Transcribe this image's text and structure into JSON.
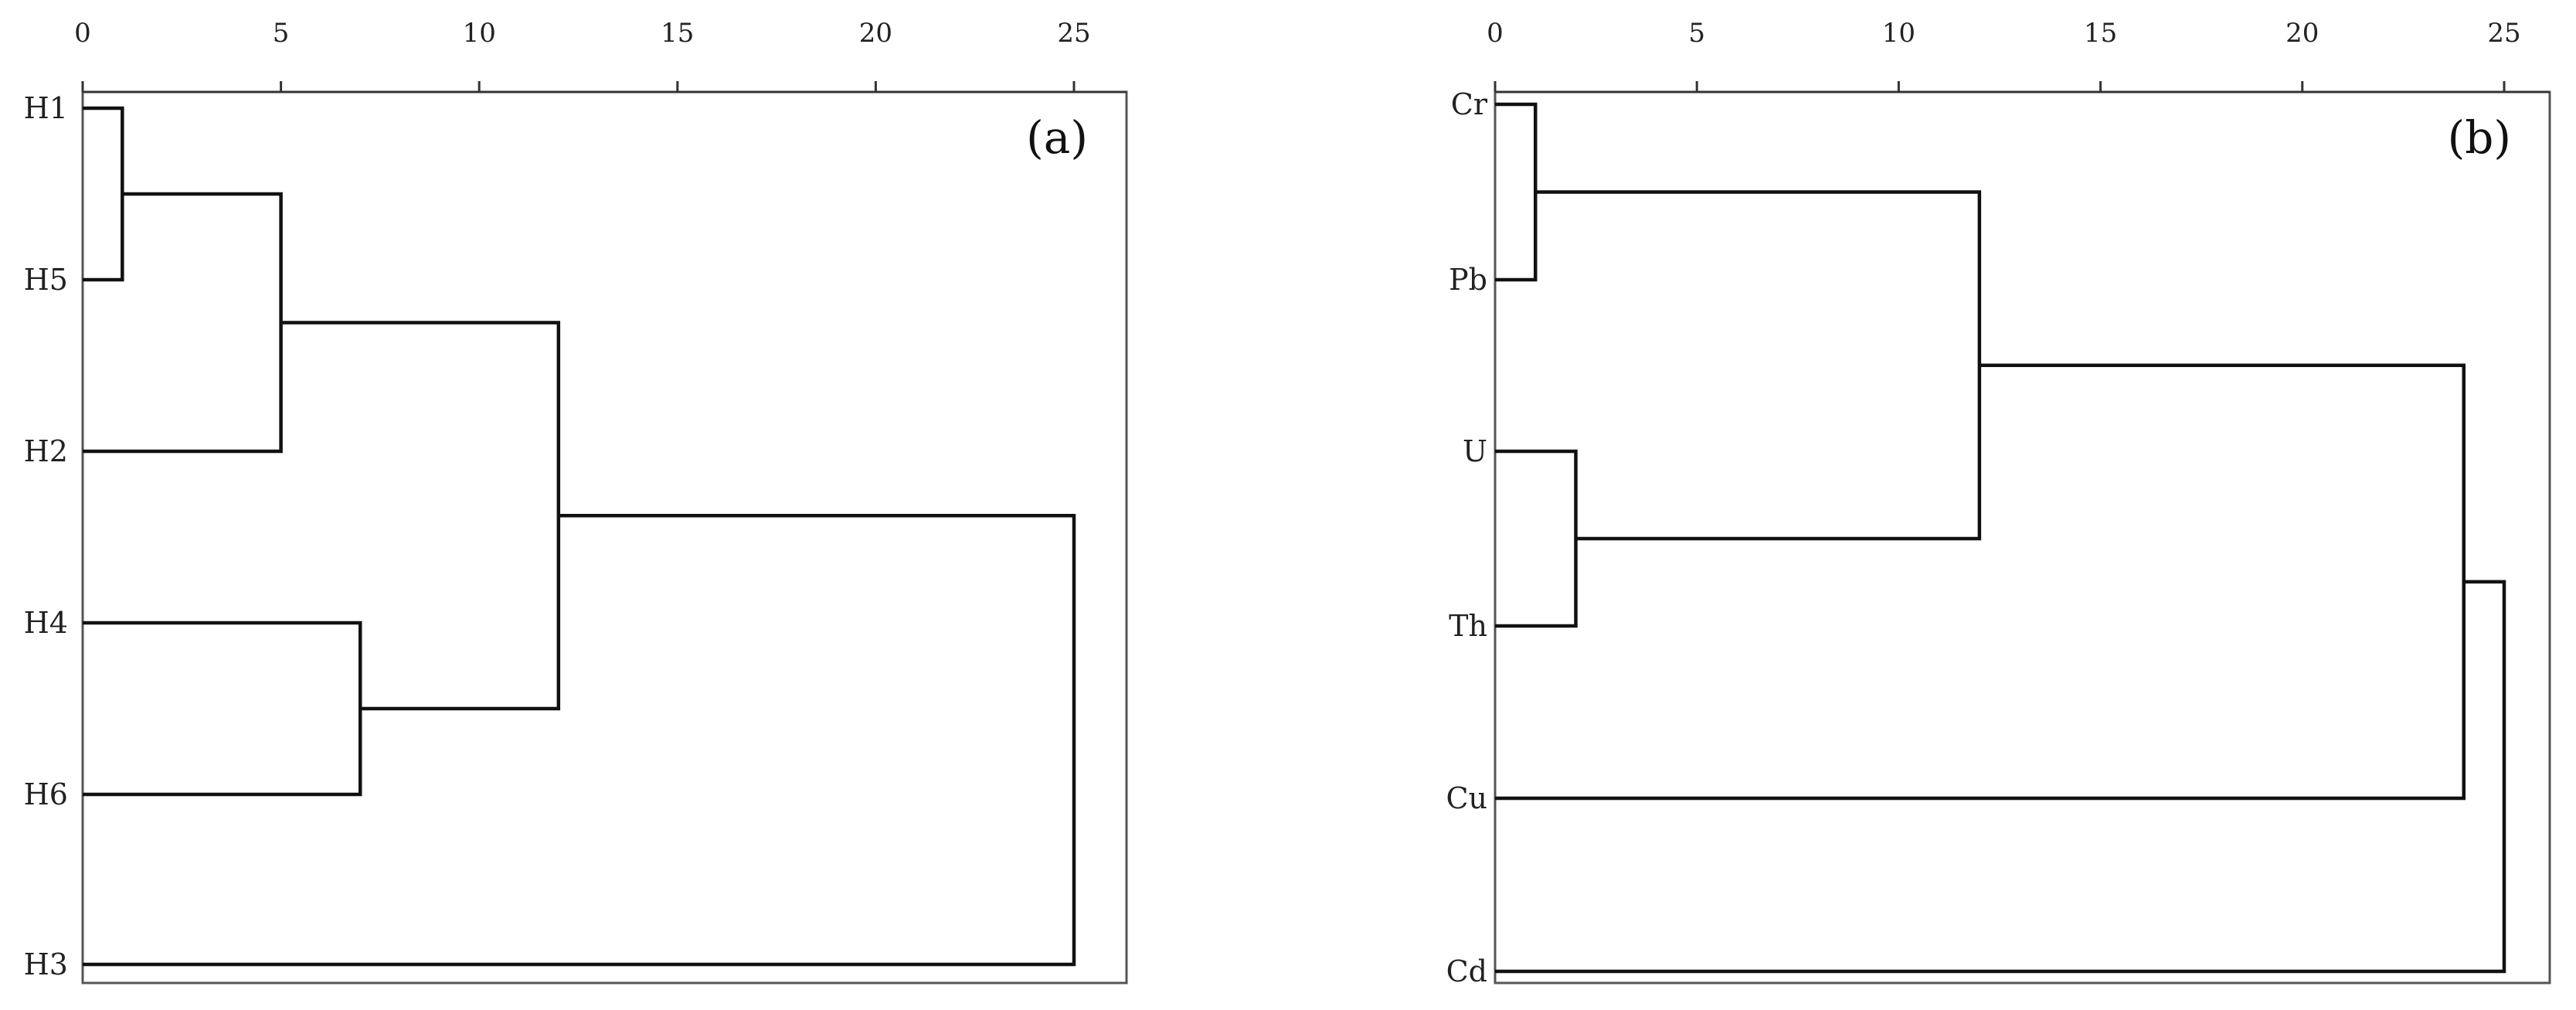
{
  "chart_data": [
    {
      "type": "dendrogram",
      "panel_label": "(a)",
      "xlim": [
        0,
        25
      ],
      "xticks": [
        0,
        5,
        10,
        15,
        20,
        25
      ],
      "leaves": [
        "H1",
        "H5",
        "H2",
        "H4",
        "H6",
        "H3"
      ],
      "merges": [
        {
          "a": "H1",
          "b": "H5",
          "distance": 1
        },
        {
          "a": "H1+H5",
          "b": "H2",
          "distance": 5
        },
        {
          "a": "H4",
          "b": "H6",
          "distance": 7
        },
        {
          "a": "H1+H5+H2",
          "b": "H4+H6",
          "distance": 12
        },
        {
          "a": "H1+H5+H2+H4+H6",
          "b": "H3",
          "distance": 25
        }
      ]
    },
    {
      "type": "dendrogram",
      "panel_label": "(b)",
      "xlim": [
        0,
        25
      ],
      "xticks": [
        0,
        5,
        10,
        15,
        20,
        25
      ],
      "leaves": [
        "Cr",
        "Pb",
        "U",
        "Th",
        "Cu",
        "Cd"
      ],
      "merges": [
        {
          "a": "Cr",
          "b": "Pb",
          "distance": 1
        },
        {
          "a": "U",
          "b": "Th",
          "distance": 2
        },
        {
          "a": "Cr+Pb",
          "b": "U+Th",
          "distance": 12
        },
        {
          "a": "Cr+Pb+U+Th",
          "b": "Cu",
          "distance": 24
        },
        {
          "a": "Cr+Pb+U+Th+Cu",
          "b": "Cd",
          "distance": 25
        }
      ]
    }
  ]
}
